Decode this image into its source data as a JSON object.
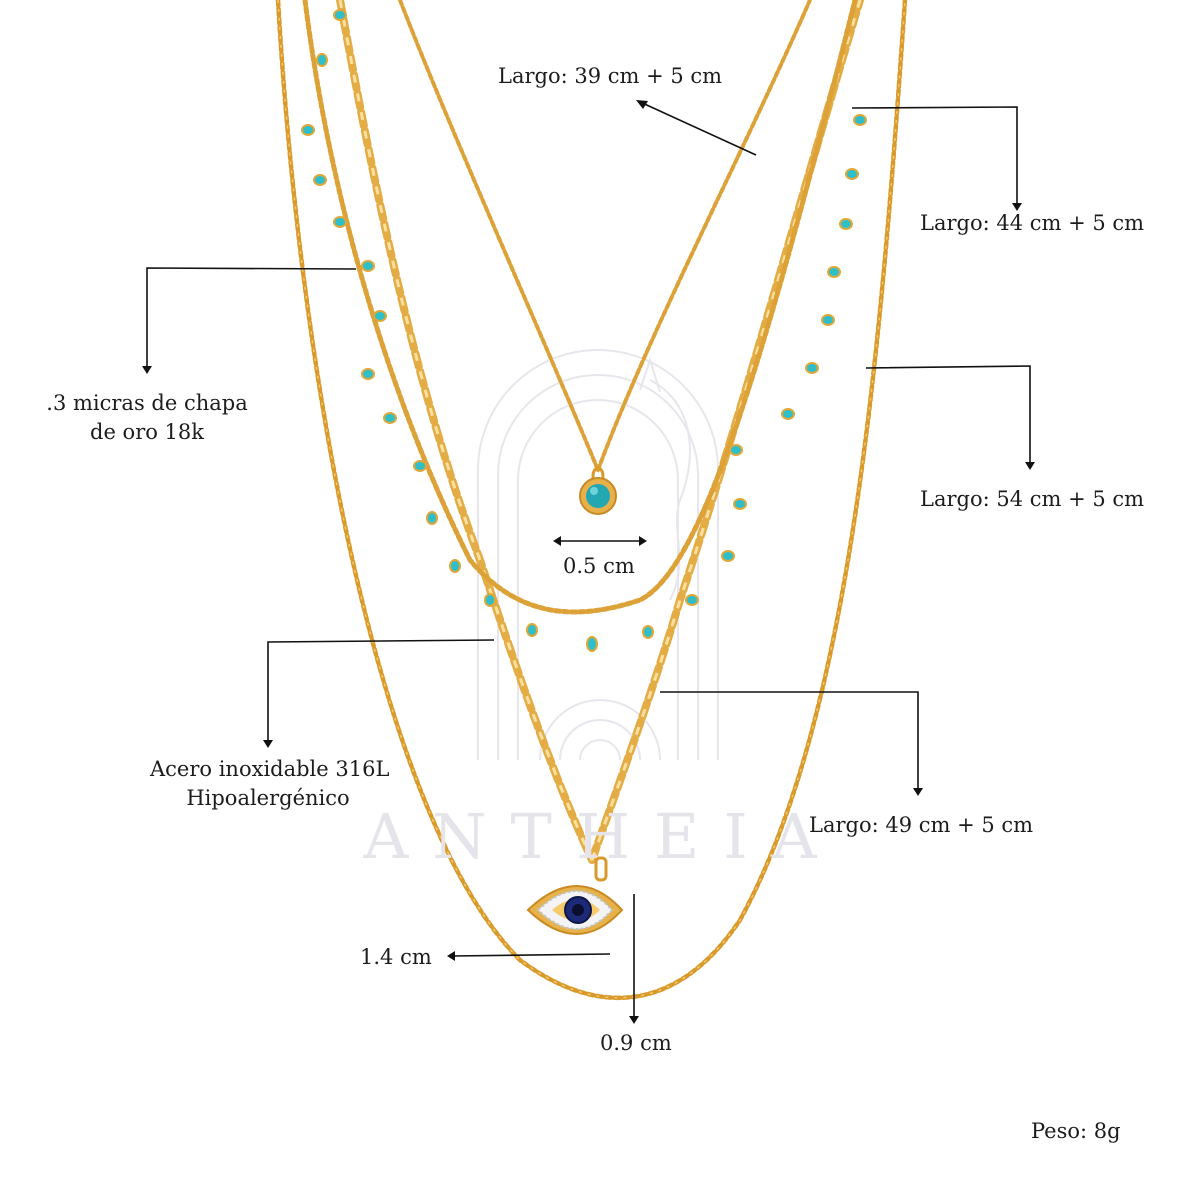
{
  "brand": "ANTHEIA",
  "labels": {
    "necklace_39": "Largo: 39 cm + 5 cm",
    "necklace_44": "Largo: 44 cm + 5 cm",
    "necklace_54": "Largo: 54 cm + 5 cm",
    "necklace_49": "Largo: 49 cm + 5 cm",
    "plating_line1": ".3 micras de chapa",
    "plating_line2": "de oro 18k",
    "material_line1": "Acero inoxidable 316L",
    "material_line2": "Hipoalergénico",
    "pendant_width": "0.5 cm",
    "eye_width": "1.4 cm",
    "eye_height": "0.9 cm",
    "weight": "Peso:  8g"
  },
  "colors": {
    "gold": "#e0a73a",
    "gold_light": "#f3cf78",
    "turquoise": "#2fbfc9",
    "navy": "#1c2a78",
    "watermark": "#e6e6ea"
  }
}
